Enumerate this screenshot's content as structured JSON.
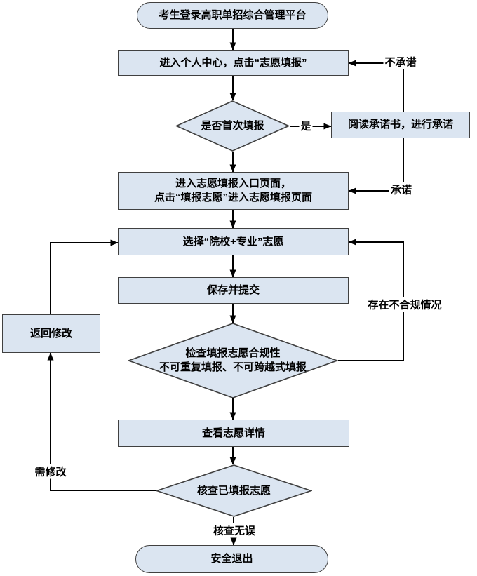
{
  "flowchart": {
    "nodes": {
      "start": {
        "label": "考生登录高职单招综合管理平台",
        "type": "terminator"
      },
      "personal_center": {
        "label": "进入个人中心，点击“志愿填报”",
        "type": "process"
      },
      "first_time_check": {
        "label": "是否首次填报",
        "type": "decision"
      },
      "read_commitment": {
        "label": "阅读承诺书，进行承诺",
        "type": "process"
      },
      "entry_page": {
        "label": "进入志愿填报入口页面，\n点击“填报志愿”进入志愿填报页面",
        "type": "process"
      },
      "select_preference": {
        "label": "选择“院校+专业”志愿",
        "type": "process"
      },
      "save_submit": {
        "label": "保存并提交",
        "type": "process"
      },
      "compliance_check": {
        "label": "检查填报志愿合规性\n不可重复填报、不可跨越式填报",
        "type": "decision"
      },
      "view_details": {
        "label": "查看志愿详情",
        "type": "process"
      },
      "verify_filled": {
        "label": "核查已填报志愿",
        "type": "decision"
      },
      "return_modify": {
        "label": "返回修改",
        "type": "process"
      },
      "end": {
        "label": "安全退出",
        "type": "terminator"
      }
    },
    "edge_labels": {
      "yes": "是",
      "not_commit": "不承诺",
      "commit": "承诺",
      "noncompliant": "存在不合规情况",
      "need_modify": "需修改",
      "verified_ok": "核查无误"
    },
    "colors": {
      "node_fill": "#dbe5f1",
      "node_border": "#404040",
      "connector": "#000000",
      "text": "#000000",
      "background": "#ffffff"
    }
  }
}
